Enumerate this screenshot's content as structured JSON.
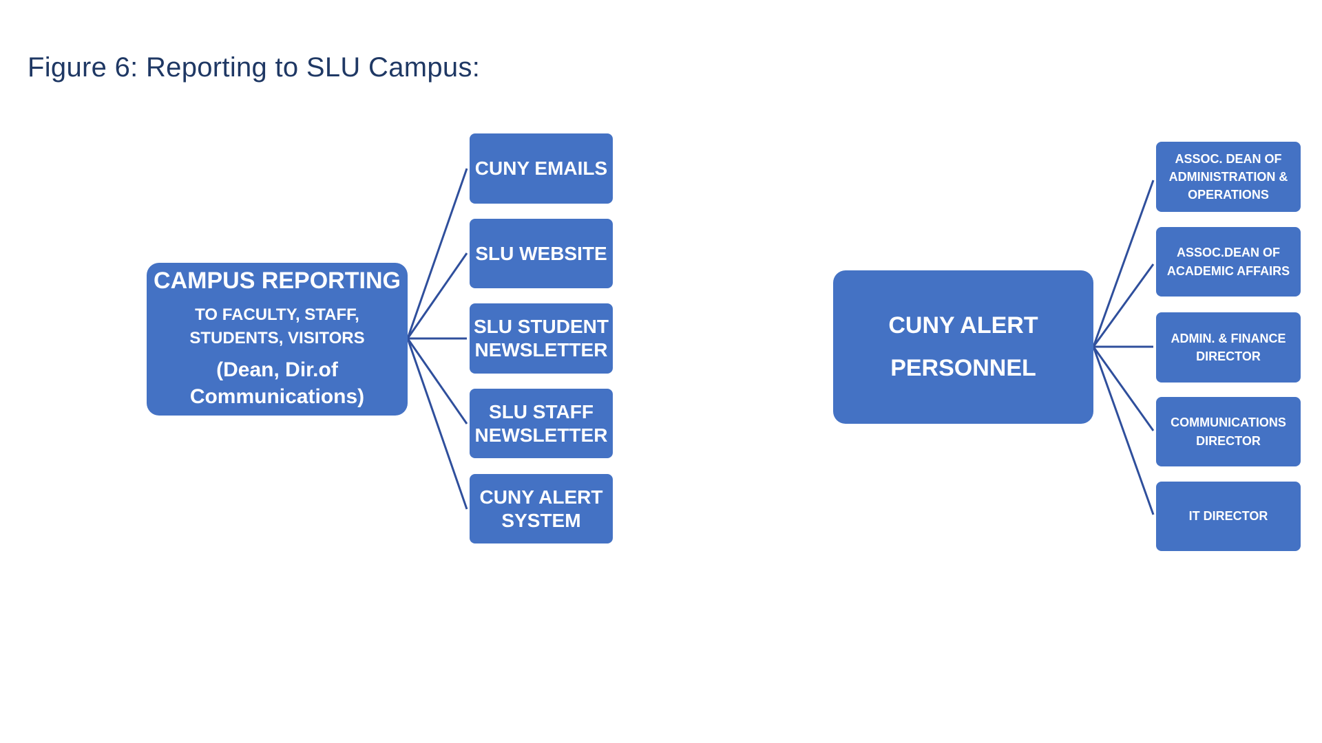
{
  "title": "Figure 6: Reporting to SLU Campus:",
  "left_diagram": {
    "root": {
      "heading": "CAMPUS REPORTING",
      "subtext": "TO FACULTY, STAFF,\nSTUDENTS, VISITORS",
      "note": "(Dean, Dir.of\nCommunications)"
    },
    "children": [
      "CUNY EMAILS",
      "SLU WEBSITE",
      "SLU STUDENT\nNEWSLETTER",
      "SLU STAFF\nNEWSLETTER",
      "CUNY ALERT\nSYSTEM"
    ]
  },
  "right_diagram": {
    "root": {
      "label": "CUNY ALERT\nPERSONNEL"
    },
    "children": [
      "ASSOC. DEAN OF\nADMINISTRATION &\nOPERATIONS",
      "ASSOC.DEAN OF\nACADEMIC AFFAIRS",
      "ADMIN. & FINANCE\nDIRECTOR",
      "COMMUNICATIONS\nDIRECTOR",
      "IT  DIRECTOR"
    ]
  },
  "colors": {
    "box_fill": "#4472c4",
    "box_text": "#ffffff",
    "connector": "#2f4f9c",
    "title_text": "#1f3864"
  }
}
